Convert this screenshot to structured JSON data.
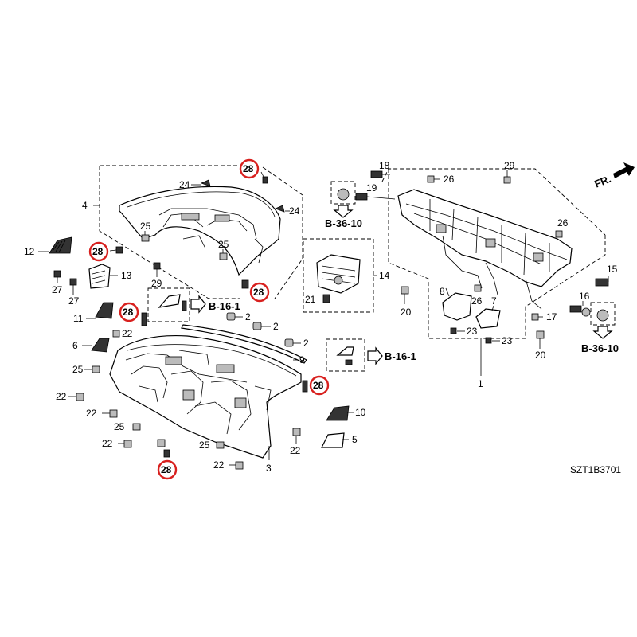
{
  "labels": {
    "p1": "1",
    "p2": "2",
    "p3": "3",
    "p4": "4",
    "p5": "5",
    "p6": "6",
    "p7": "7",
    "p8": "8",
    "p9": "9",
    "p10": "10",
    "p11": "11",
    "p12": "12",
    "p13": "13",
    "p14": "14",
    "p15": "15",
    "p16": "16",
    "p17": "17",
    "p18": "18",
    "p19": "19",
    "p20": "20",
    "p21": "21",
    "p22": "22",
    "p23": "23",
    "p24": "24",
    "p25": "25",
    "p26": "26",
    "p27": "27",
    "p29": "29"
  },
  "highlight_part": "28",
  "references": {
    "b36_10": "B-36-10",
    "b16_1": "B-16-1"
  },
  "front_indicator": "FR.",
  "diagram_code": "SZT1B3701",
  "highlight_color": "#d8201e"
}
